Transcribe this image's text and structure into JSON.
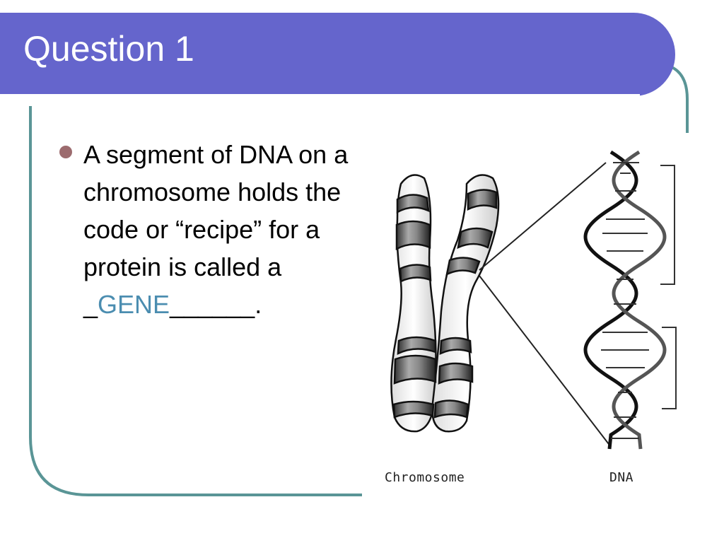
{
  "slide": {
    "title": "Question 1",
    "bullet": {
      "before_answer": "A segment of DNA on a chromosome holds the code or “recipe” for a protein is called a _",
      "answer": "GENE",
      "after_answer": "______."
    }
  },
  "figure": {
    "chromosome_label": "Chromosome",
    "dna_label": "DNA"
  },
  "colors": {
    "title_bar": "#6565cc",
    "frame_line": "#5a9596",
    "bullet": "#9c6b6e",
    "answer": "#4b8db0"
  }
}
